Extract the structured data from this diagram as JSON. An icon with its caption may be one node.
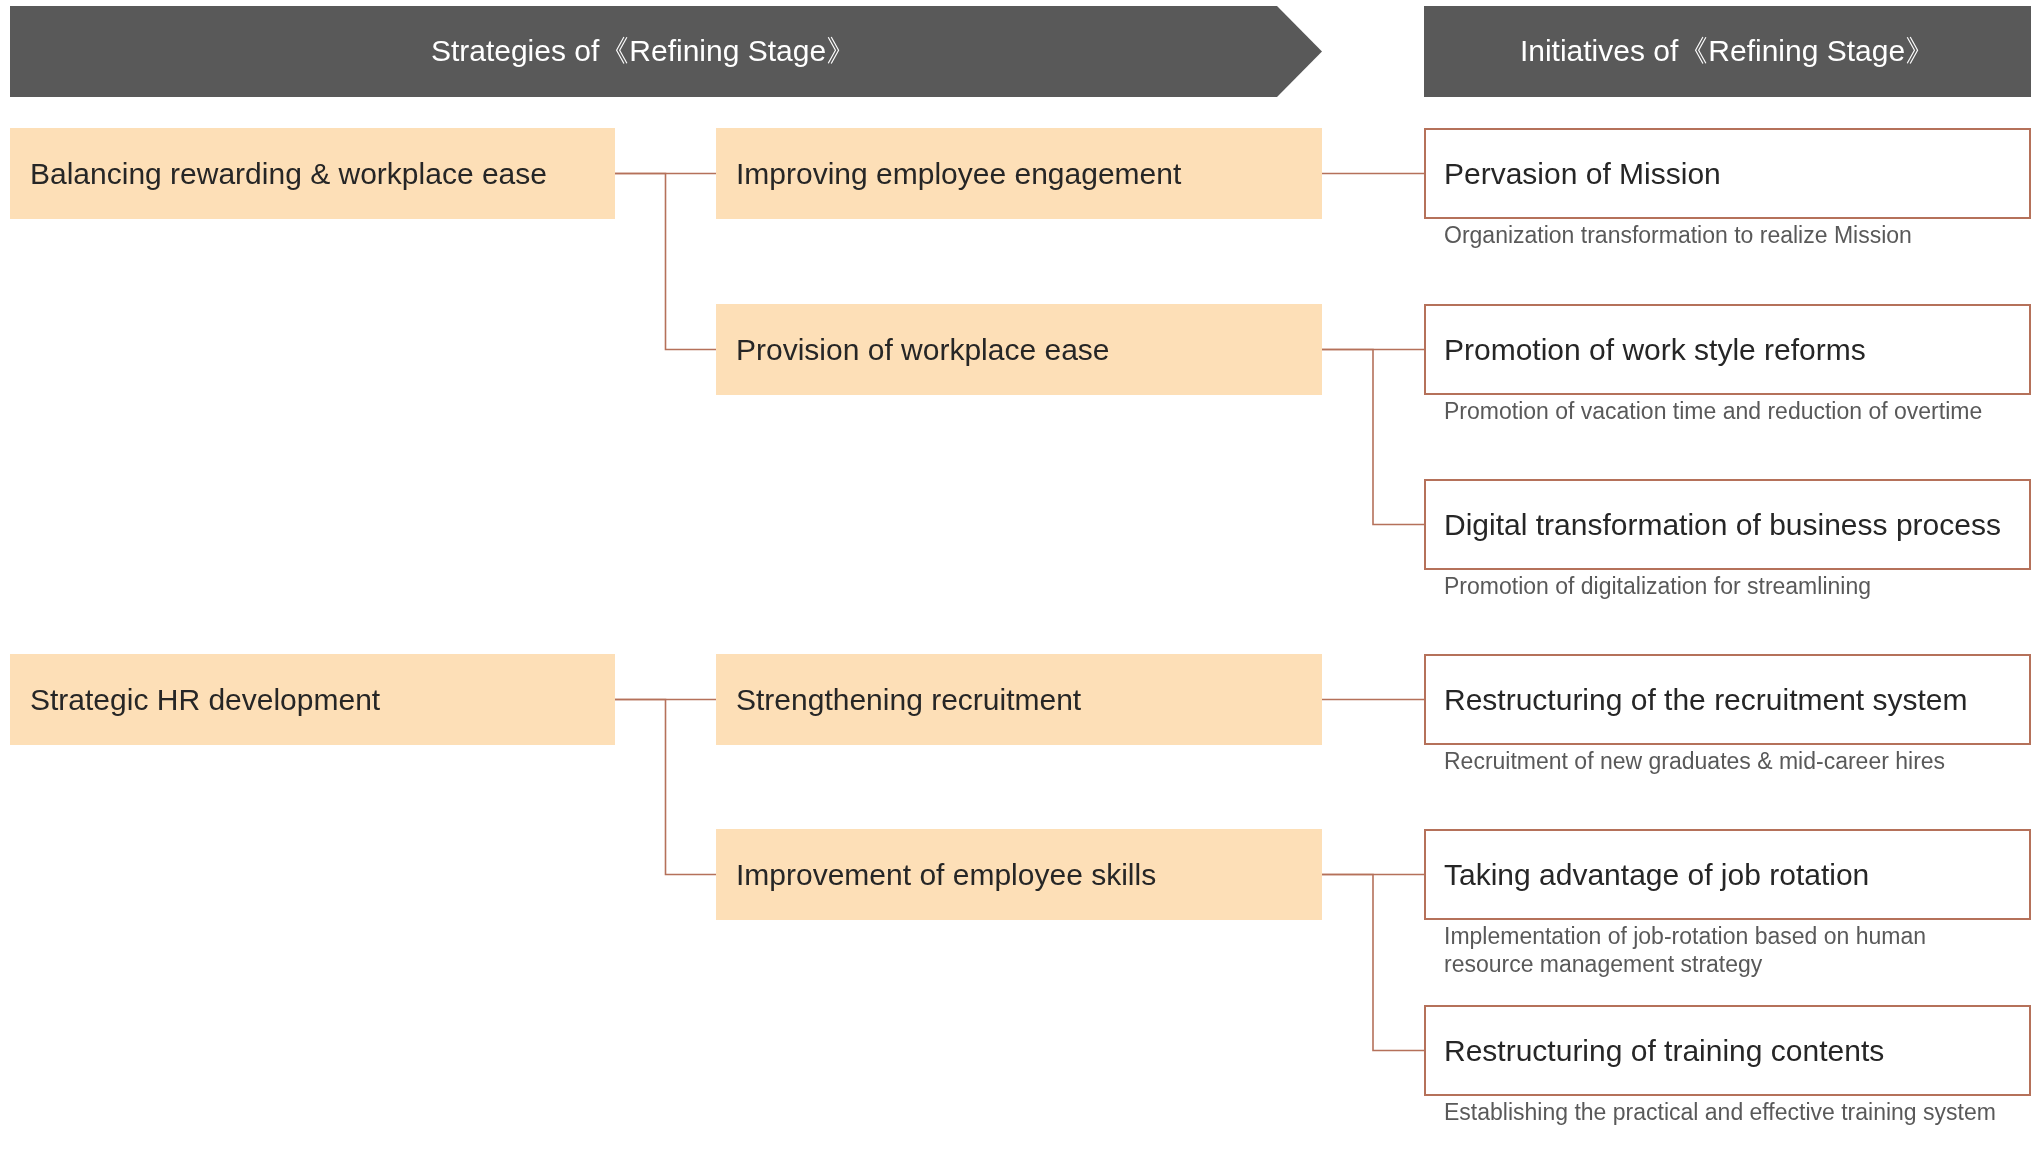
{
  "diagram": {
    "nodes": [
      {
        "text": [
          "Strategies of《Refining Stage》"
        ]
      },
      {
        "text": [
          "Initiatives of《Refining Stage》"
        ]
      },
      {
        "text": [
          "Balancing rewarding & workplace ease"
        ]
      },
      {
        "text": [
          "Improving employee engagement"
        ]
      },
      {
        "text": [
          "Provision of workplace ease"
        ]
      },
      {
        "text": [
          "Pervasion of Mission"
        ],
        "beside": [
          "Organization transformation to realize Mission"
        ]
      },
      {
        "text": [
          "Promotion of work style reforms"
        ],
        "beside": [
          "Promotion of vacation time and reduction of overtime"
        ]
      },
      {
        "text": [
          "Digital transformation of business process"
        ],
        "beside": [
          "Promotion of digitalization for streamlining"
        ]
      },
      {
        "text": [
          "Strategic HR development"
        ]
      },
      {
        "text": [
          "Strengthening recruitment"
        ]
      },
      {
        "text": [
          "Improvement of employee skills"
        ]
      },
      {
        "text": [
          "Restructuring of the recruitment system"
        ],
        "beside": [
          "Recruitment of new graduates & mid-career hires"
        ]
      },
      {
        "text": [
          "Taking advantage of job rotation"
        ],
        "beside": [
          "Implementation of job-rotation based on human resource management strategy"
        ]
      },
      {
        "text": [
          "Restructuring of training contents"
        ],
        "beside": [
          "Establishing the practical and effective training system"
        ]
      }
    ],
    "edges": [
      {
        "from": 2,
        "to": 3,
        "arrow": "none"
      },
      {
        "from": 2,
        "to": 4,
        "arrow": "none"
      },
      {
        "from": 3,
        "to": 5,
        "arrow": "none"
      },
      {
        "from": 4,
        "to": 6,
        "arrow": "none"
      },
      {
        "from": 4,
        "to": 7,
        "arrow": "none"
      },
      {
        "from": 8,
        "to": 9,
        "arrow": "none"
      },
      {
        "from": 8,
        "to": 10,
        "arrow": "none"
      },
      {
        "from": 9,
        "to": 11,
        "arrow": "none"
      },
      {
        "from": 10,
        "to": 12,
        "arrow": "none"
      },
      {
        "from": 10,
        "to": 13,
        "arrow": "none"
      }
    ]
  }
}
